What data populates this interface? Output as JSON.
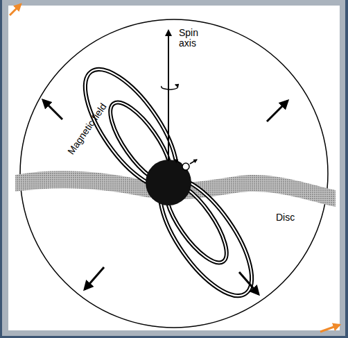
{
  "diagram": {
    "labels": [
      "Spin axis",
      "Magnetic field",
      "Disc"
    ]
  }
}
